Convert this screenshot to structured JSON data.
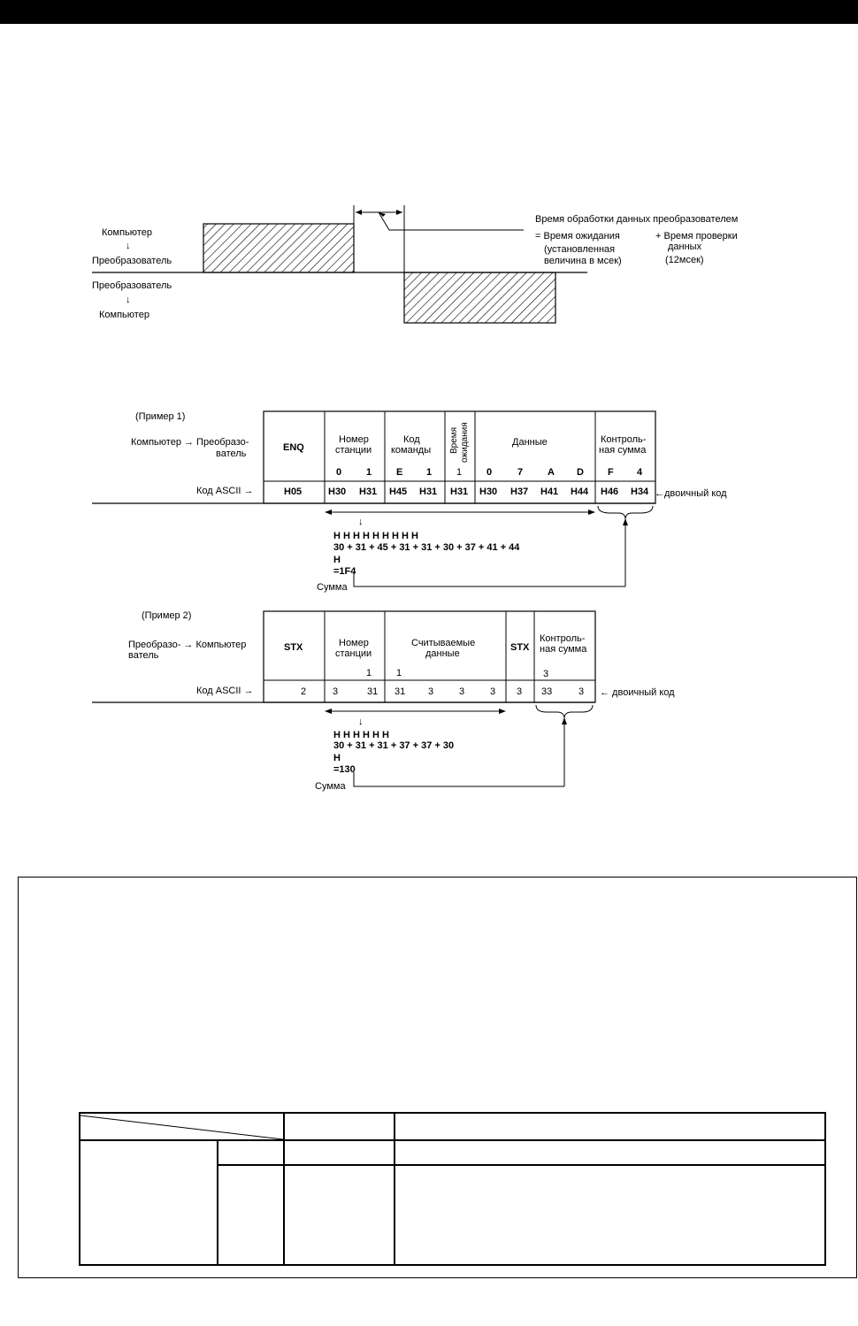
{
  "timing": {
    "computer_to_inverter": [
      "Компьютер",
      "↓",
      "Преобразователь"
    ],
    "inverter_to_computer": [
      "Преобразователь",
      "↓",
      "Компьютер"
    ],
    "processing_time": "Время обработки данных преобразователем",
    "wait_time": "= Время ожидания",
    "wait_time_note_1": "(установленная",
    "wait_time_note_2": "величина в мсек)",
    "check_time_1": "+ Время проверки",
    "check_time_2": "данных",
    "check_time_3": "(12мсек)"
  },
  "example1": {
    "label": "(Пример 1)",
    "direction_1": "Компьютер → Преобразо-",
    "direction_2": "ватель",
    "ascii_label": "Код ASCII →",
    "binary_note": "←двоичный код",
    "enq": "ENQ",
    "station": [
      "Номер",
      "станции"
    ],
    "command": [
      "Код",
      "команды"
    ],
    "wait": [
      "Время",
      "ожидания"
    ],
    "data": "Данные",
    "checksum": [
      "Контроль-",
      "ная сумма"
    ],
    "chars": [
      "0",
      "1",
      "E",
      "1",
      "1",
      "0",
      "7",
      "A",
      "D",
      "F",
      "4"
    ],
    "codes": [
      "H05",
      "H30",
      "H31",
      "H45",
      "H31",
      "H31",
      "H30",
      "H37",
      "H41",
      "H44",
      "H46",
      "H34"
    ],
    "sum_h": "H   H   H   H   H   H   H   H   H",
    "sum_expr": "30 + 31 + 45 + 31 + 31 + 30 + 37 + 41 + 44",
    "sum_h2": "H",
    "sum_result": "=1F4",
    "sum_label": "Сумма"
  },
  "example2": {
    "label": "(Пример 2)",
    "direction_1": "Преобразо- → Компьютер",
    "direction_2": "ватель",
    "ascii_label": "Код ASCII →",
    "binary_note": "← двоичный код",
    "stx": "STX",
    "station": [
      "Номер",
      "станции"
    ],
    "read_data": [
      "Считываемые",
      "данные"
    ],
    "etx": "STX",
    "checksum": [
      "Контроль-",
      "ная сумма"
    ],
    "chars": [
      "1",
      "1",
      "3"
    ],
    "codes": [
      "2",
      "3",
      "31",
      "31",
      "3",
      "3",
      "3",
      "3",
      "33",
      "3"
    ],
    "sum_h": "H   H   H   H   H   H",
    "sum_expr": "30 + 31 + 31 + 37 + 37 + 30",
    "sum_h2": "H",
    "sum_result": "=130",
    "sum_label": "Сумма"
  }
}
